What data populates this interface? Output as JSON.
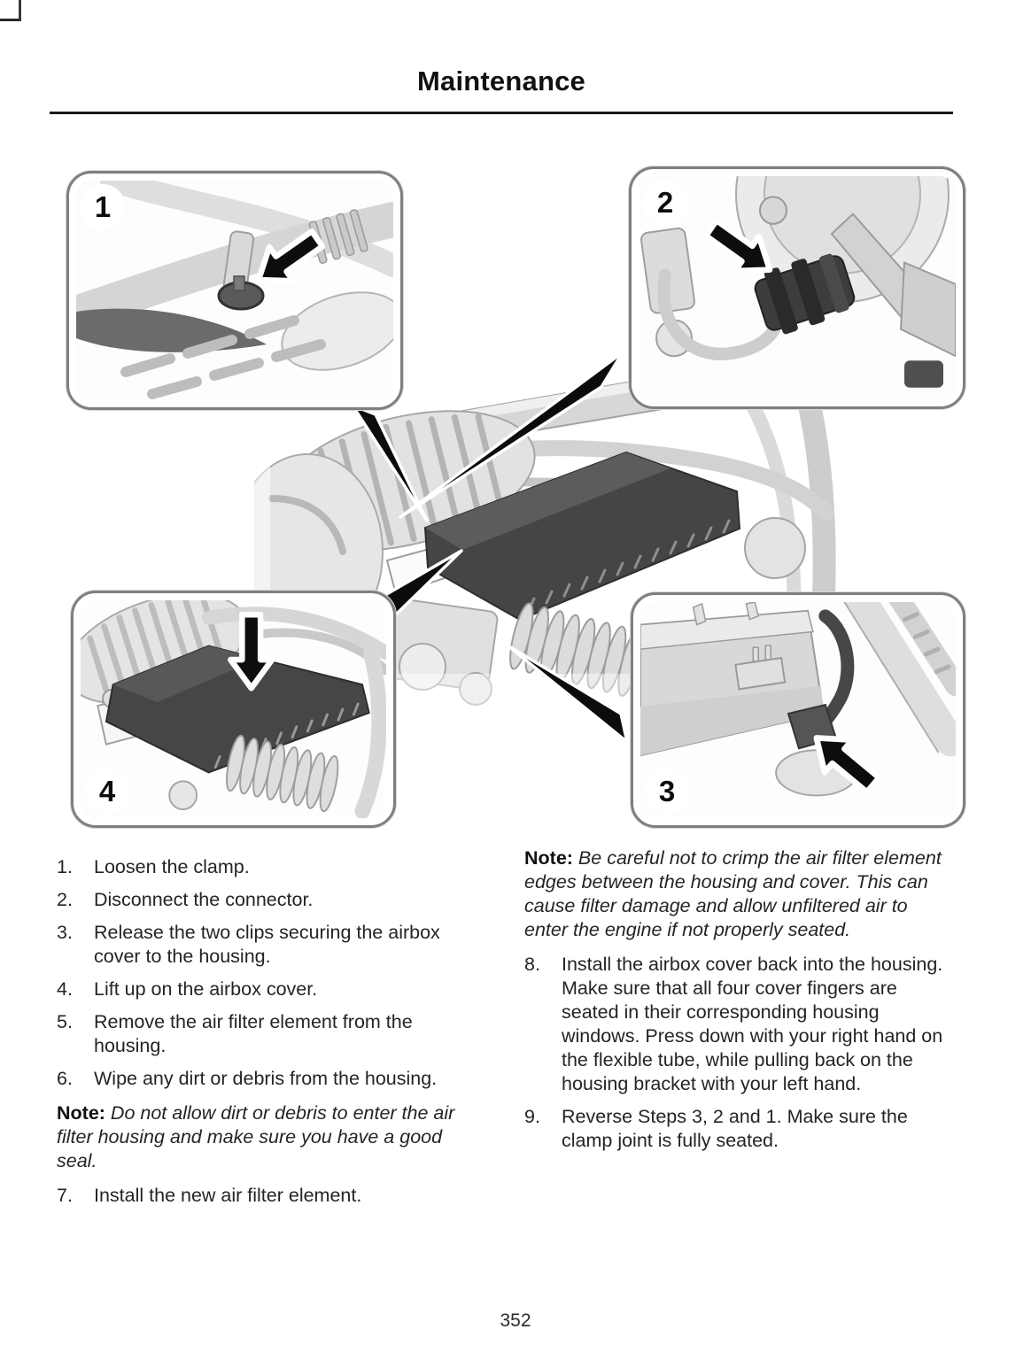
{
  "page": {
    "title": "Maintenance",
    "number": "352"
  },
  "figure": {
    "description": "Air filter replacement call-out figure: engine bay overview with four detail panels",
    "panels": [
      {
        "label": "1",
        "position": "top-left",
        "shows": "clamp on intake tube",
        "arrow_icon": "down-left-arrow-icon"
      },
      {
        "label": "2",
        "position": "top-right",
        "shows": "electrical connector",
        "arrow_icon": "down-right-arrow-icon"
      },
      {
        "label": "3",
        "position": "bottom-right",
        "shows": "airbox housing clip",
        "arrow_icon": "up-left-arrow-icon"
      },
      {
        "label": "4",
        "position": "bottom-left",
        "shows": "airbox cover",
        "arrow_icon": "down-arrow-icon"
      }
    ],
    "colors": {
      "callout_wedge": "#0c0c0c",
      "line_art_light": "#d8d8d8",
      "line_art_edge": "#9e9e9e",
      "dark_part": "#454545"
    }
  },
  "left_column": {
    "steps": [
      {
        "num": "1.",
        "text": "Loosen the clamp."
      },
      {
        "num": "2.",
        "text": "Disconnect the connector."
      },
      {
        "num": "3.",
        "text": "Release the two clips securing the airbox cover to the housing."
      },
      {
        "num": "4.",
        "text": "Lift up on the airbox cover."
      },
      {
        "num": "5.",
        "text": "Remove the air filter element from the housing."
      },
      {
        "num": "6.",
        "text": "Wipe any dirt or debris from the housing."
      }
    ],
    "note_label": "Note:",
    "note_text": "Do not allow dirt or debris to enter the air filter housing and make sure you have a good seal.",
    "step7": {
      "num": "7.",
      "text": "Install the new air filter element."
    }
  },
  "right_column": {
    "note_label": "Note:",
    "note_text": "Be careful not to crimp the air filter element edges between the housing and cover. This can cause filter damage and allow unfiltered air to enter the engine if not properly seated.",
    "steps": [
      {
        "num": "8.",
        "text": "Install the airbox cover back into the housing. Make sure that all four cover fingers are seated in their corresponding housing windows. Press down with your right hand on the flexible tube, while pulling back on the housing bracket with your left hand."
      },
      {
        "num": "9.",
        "text": "Reverse Steps 3, 2 and 1. Make sure the clamp joint is fully seated."
      }
    ]
  }
}
